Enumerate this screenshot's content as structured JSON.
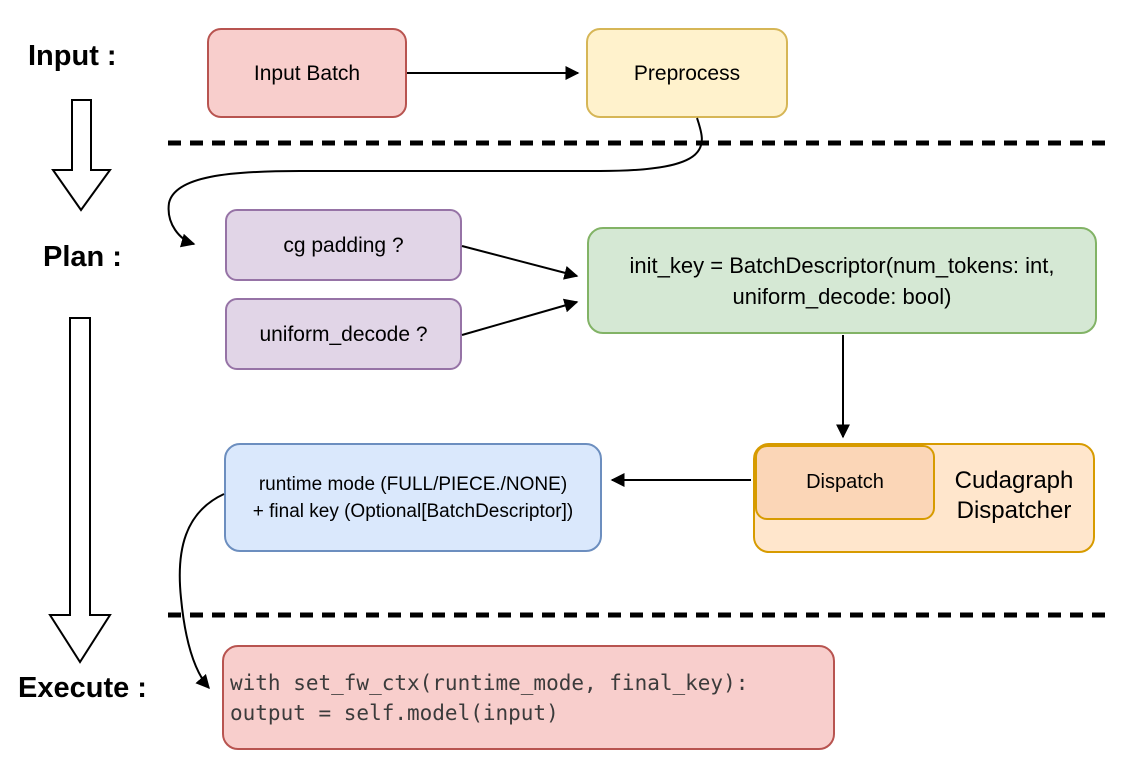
{
  "diagram": {
    "stage_labels": {
      "input": "Input :",
      "plan": "Plan :",
      "execute": "Execute :"
    },
    "nodes": {
      "input_batch": {
        "label": "Input Batch"
      },
      "preprocess": {
        "label": "Preprocess"
      },
      "cg_padding": {
        "label": "cg padding ?"
      },
      "uniform_decode": {
        "label": "uniform_decode ?"
      },
      "init_key": {
        "line1": "init_key = BatchDescriptor(num_tokens: int,",
        "line2": "uniform_decode: bool)"
      },
      "dispatch": {
        "label": "Dispatch"
      },
      "cudagraph_dispatcher": {
        "line1": "Cudagraph",
        "line2": "Dispatcher"
      },
      "runtime_mode": {
        "line1": "runtime mode (FULL/PIECE./NONE)",
        "line2": "+ final key (Optional[BatchDescriptor])"
      },
      "execute_code": {
        "line1": "with set_fw_ctx(runtime_mode, final_key):",
        "line2": "    output = self.model(input)"
      }
    },
    "colors": {
      "red_fill": "#f8cecc",
      "red_stroke": "#b85450",
      "yellow_fill": "#fff2cc",
      "yellow_stroke": "#d6b656",
      "purple_fill": "#e1d5e7",
      "purple_stroke": "#9673a6",
      "green_fill": "#d5e8d4",
      "green_stroke": "#82b366",
      "orange_fill": "#ffe6cc",
      "orange_inner_fill": "#fbd6b7",
      "orange_stroke": "#d79b00",
      "blue_fill": "#dae8fc",
      "blue_stroke": "#6c8ebf",
      "line_color": "#000000"
    }
  }
}
